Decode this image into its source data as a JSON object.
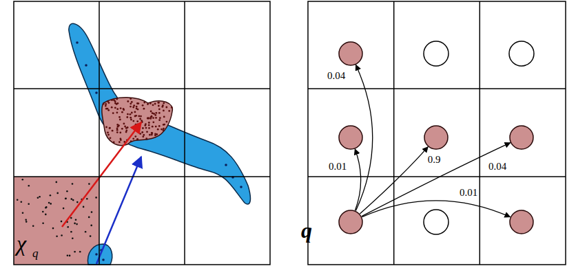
{
  "diagram": {
    "nodes": [
      {
        "text": []
      },
      {
        "text": []
      },
      {
        "text": []
      },
      {
        "text": []
      },
      {
        "text": [
          "q"
        ]
      },
      {
        "text": []
      }
    ],
    "edges": [
      {
        "from": 4,
        "to": 0,
        "arrow": "to",
        "label": "0.04"
      },
      {
        "from": 4,
        "to": 1,
        "arrow": "to",
        "label": "0.01"
      },
      {
        "from": 4,
        "to": 2,
        "arrow": "to",
        "label": "0.9"
      },
      {
        "from": 4,
        "to": 3,
        "arrow": "to",
        "label": "0.04"
      },
      {
        "from": 4,
        "to": 5,
        "arrow": "to",
        "label": "0.01"
      }
    ],
    "labels": [
      "χ",
      "q"
    ]
  }
}
